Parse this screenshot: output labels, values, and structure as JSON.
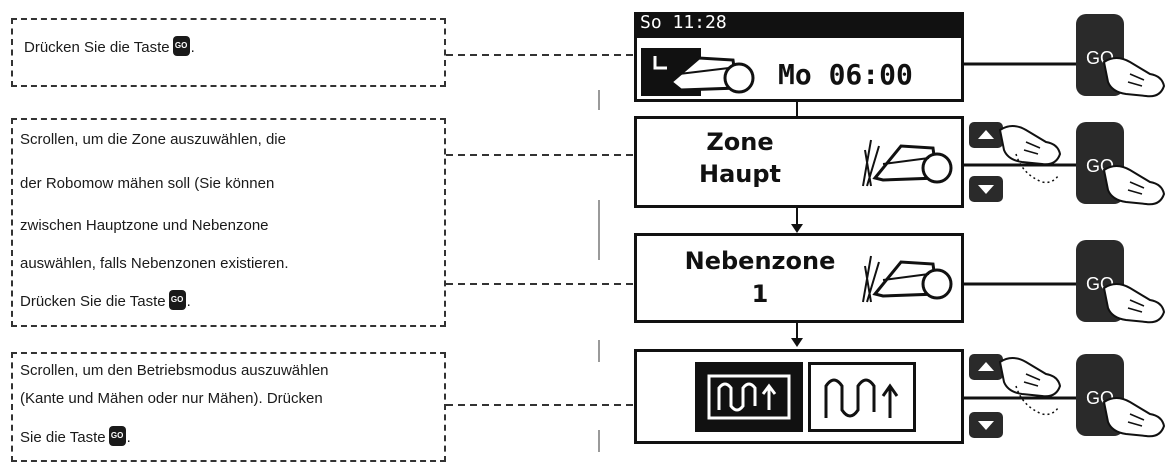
{
  "notes": {
    "step1": {
      "text": "Drücken Sie die Taste",
      "suffix": "."
    },
    "step2": {
      "lines": [
        "Scrollen, um die Zone auszuwählen, die",
        "der Robomow mähen soll (Sie können",
        "zwischen Hauptzone und Nebenzone",
        "auswählen, falls Nebenzonen existieren."
      ],
      "last": "Drücken Sie die Taste",
      "suffix": "."
    },
    "step3": {
      "lines": [
        "Scrollen, um den Betriebsmodus auszuwählen",
        "(Kante und Mähen oder nur Mähen). Drücken"
      ],
      "last": "Sie die Taste",
      "suffix": "."
    },
    "go_chip": "GO"
  },
  "screens": {
    "screen1": {
      "status": "So 11:28",
      "schedule": "Mo 06:00"
    },
    "screen2": {
      "line1": "Zone",
      "line2": "Haupt"
    },
    "screen3": {
      "line1": "Nebenzone",
      "line2": "1"
    }
  },
  "buttons": {
    "go_label": "GO"
  },
  "colors": {
    "ink": "#111111",
    "button": "#2a2a2a",
    "dash": "#333333",
    "divider": "#9a9a9a"
  }
}
